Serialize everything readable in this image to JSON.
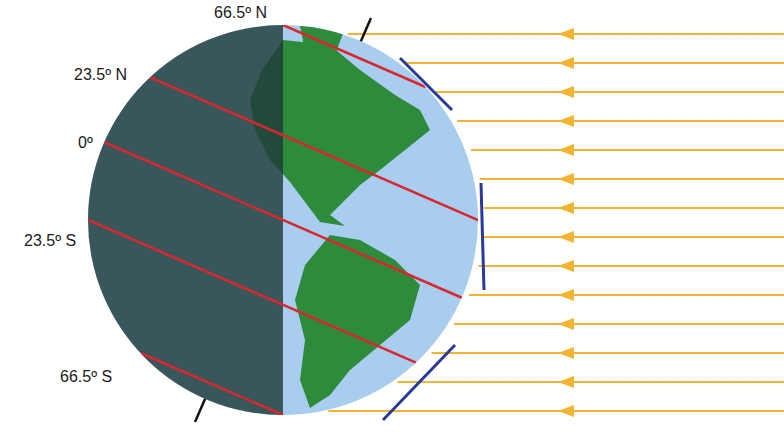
{
  "diagram": {
    "labels": [
      "66.5º N",
      "23.5º N",
      "0º",
      "23.5º S",
      "66.5º S"
    ]
  }
}
